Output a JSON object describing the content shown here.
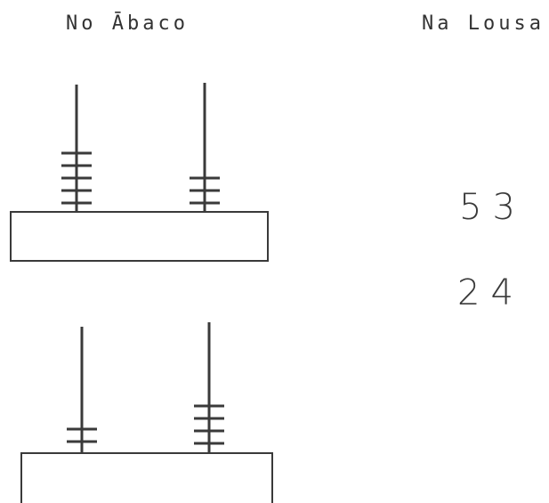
{
  "headings": {
    "left": "No Ābaco",
    "right": "Na Lousa"
  },
  "board": {
    "numbers": [
      "53",
      "24"
    ]
  },
  "abacus": [
    {
      "tens_beads": 5,
      "units_beads": 3
    },
    {
      "tens_beads": 2,
      "units_beads": 4
    }
  ],
  "colors": {
    "ink": "#3a3a3a",
    "background": "#ffffff"
  }
}
